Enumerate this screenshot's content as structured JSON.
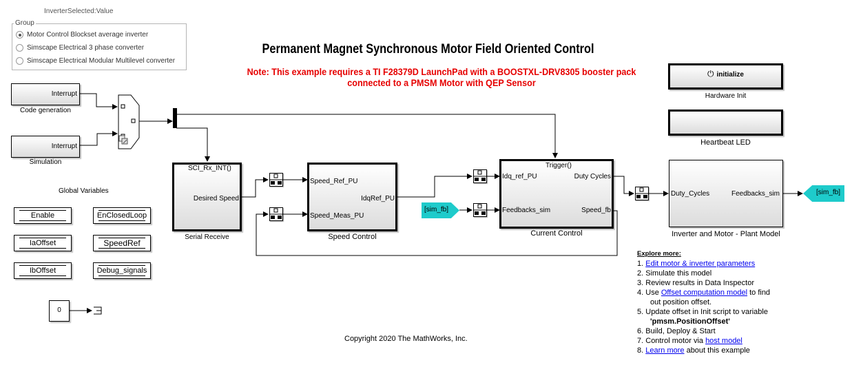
{
  "variant_selector": {
    "parameter_label": "InverterSelected:Value",
    "group_label": "Group",
    "options": [
      {
        "label": "Motor Control Blockset average inverter",
        "selected": true
      },
      {
        "label": "Simscape Electrical 3 phase converter",
        "selected": false
      },
      {
        "label": "Simscape Electrical Modular Multilevel converter",
        "selected": false
      }
    ]
  },
  "header": {
    "title": "Permanent Magnet Synchronous Motor Field Oriented Control",
    "note_line1": "Note: This example requires a TI F28379D LaunchPad with a BOOSTXL-DRV8305 booster pack",
    "note_line2": "connected to a PMSM Motor with QEP Sensor"
  },
  "blocks": {
    "code_generation": {
      "port": "Interrupt",
      "caption": "Code generation"
    },
    "simulation": {
      "port": "Interrupt",
      "caption": "Simulation"
    },
    "serial_receive": {
      "trigger": "SCI_Rx_INT()",
      "out_port": "Desired Speed",
      "caption": "Serial Receive"
    },
    "speed_control": {
      "in1": "Speed_Ref_PU",
      "in2": "Speed_Meas_PU",
      "out": "IdqRef_PU",
      "caption": "Speed Control"
    },
    "current_control": {
      "trigger": "Trigger()",
      "in1": "Idq_ref_PU",
      "in2": "Feedbacks_sim",
      "out1": "Duty Cycles",
      "out2": "Speed_fb",
      "caption": "Current Control"
    },
    "plant_model": {
      "in": "Duty_Cycles",
      "out": "Feedbacks_sim",
      "caption": "Inverter and Motor - Plant Model"
    },
    "hardware_init": {
      "label": "initialize",
      "icon": "power-icon",
      "caption": "Hardware Init"
    },
    "heartbeat": {
      "caption": "Heartbeat LED"
    },
    "from_tag": "[sim_fb]",
    "goto_tag": "[sim_fb]",
    "constant_value": "0"
  },
  "global_variables": {
    "title": "Global Variables",
    "items": [
      "Enable",
      "EnClosedLoop",
      "IaOffset",
      "SpeedRef",
      "IbOffset",
      "Debug_signals"
    ]
  },
  "explore": {
    "heading": "Explore more:",
    "items": [
      {
        "num": "1.",
        "link": "Edit motor & inverter parameters",
        "text": ""
      },
      {
        "num": "2.",
        "link": "",
        "text": "Simulate this model"
      },
      {
        "num": "3.",
        "link": "",
        "text": "Review results in Data Inspector"
      },
      {
        "num": "4.",
        "pre": "Use ",
        "link": "Offset computation model",
        "text": " to find",
        "cont": "out position offset."
      },
      {
        "num": "5.",
        "link": "",
        "text": "Update offset in Init script to variable",
        "cont_bold": "'pmsm.PositionOffset'"
      },
      {
        "num": "6.",
        "link": "",
        "text": "Build, Deploy & Start"
      },
      {
        "num": "7.",
        "pre": "Control motor via ",
        "link": "host model",
        "text": ""
      },
      {
        "num": "8.",
        "link": "Learn more",
        "text": " about this example"
      }
    ]
  },
  "footer": {
    "copyright": "Copyright 2020 The MathWorks, Inc."
  },
  "colors": {
    "note": "#e60000",
    "goto": "#1ecbcb",
    "link": "#0000ee"
  }
}
